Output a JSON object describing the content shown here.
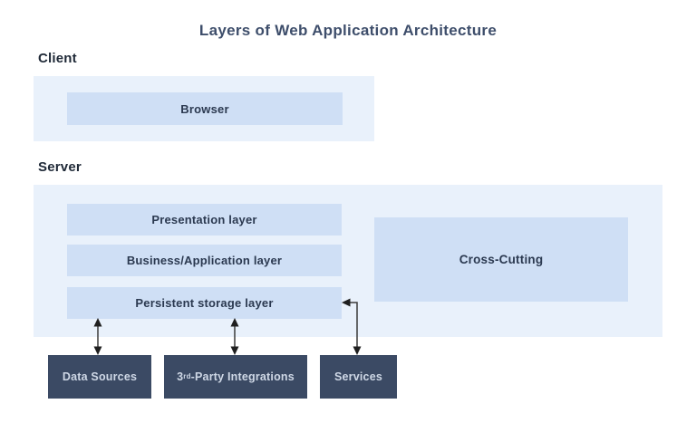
{
  "diagram": {
    "title": "Layers of Web Application Architecture",
    "client": {
      "label": "Client",
      "browser": "Browser"
    },
    "server": {
      "label": "Server",
      "presentation_layer": "Presentation layer",
      "business_layer": "Business/Application layer",
      "persistent_layer": "Persistent storage layer",
      "cross_cutting": "Cross-Cutting"
    },
    "external": {
      "data_sources": "Data Sources",
      "third_party": {
        "prefix": "3",
        "sup": "rd",
        "rest": " -Party Integrations"
      },
      "services": "Services"
    },
    "connectors": [
      "data-sources-double-arrow",
      "third-party-double-arrow",
      "services-elbow-arrow"
    ],
    "colors": {
      "background": "#ffffff",
      "section_container": "#e9f1fb",
      "layer_box": "#cfdff5",
      "dark_box": "#3b4a64",
      "title_text": "#3e4e6b",
      "section_label_text": "#1f2937",
      "layer_box_text": "#2b3950",
      "dark_box_text": "#cfd8e6",
      "arrow_line": "#3a3a3a",
      "arrow_head": "#1f1f1f"
    }
  }
}
